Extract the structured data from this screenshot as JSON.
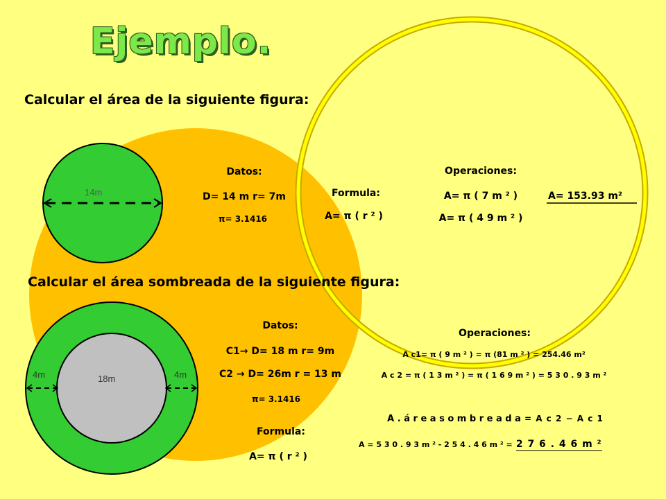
{
  "title": "Ejemplo.",
  "part1": {
    "heading": "Calcular el área de la siguiente figura:",
    "diameter_label": "14m",
    "datos_title": "Datos:",
    "datos_line1": "D= 14 m   r= 7m",
    "datos_line2": "π= 3.1416",
    "formula_title": "Formula:",
    "formula": "A= π ( r ² )",
    "operaciones_title": "Operaciones:",
    "op_line1": "A= π ( 7 m ² )",
    "op_line2": "A= π ( 4 9 m ² )",
    "result": "A= 153.93 m²"
  },
  "part2": {
    "heading": "Calcular el área sombreada de la siguiente figura:",
    "left_label": "4m",
    "inner_label": "18m",
    "right_label": "4m",
    "datos_title": "Datos:",
    "datos_line1": "C1→ D= 18 m   r= 9m",
    "datos_line2": "C2 → D= 26m   r = 13 m",
    "datos_line3": "π= 3.1416",
    "formula_title": "Formula:",
    "formula": "A= π ( r ² )",
    "operaciones_title": "Operaciones:",
    "op_line1": "A c1= π ( 9 m ² )  =  π   (81 m ² ) = 254.46 m²",
    "op_line2": "A c 2 =  π ( 1 3 m ² ) = π   ( 1 6 9 m ² ) = 5 3 0 . 9 3 m ²",
    "area_label": "A . á r e a   s o m b r e a d a",
    "area_formula": "=  A c 2  −  A c 1",
    "final_prefix": "A   = 5 3 0 . 9 3 m ² - 2 5 4 . 4 6 m ²  =",
    "final_result": "2 7 6 . 4 6 m ²"
  },
  "colors": {
    "background": "#FFFF80",
    "big_circle": "#FFC000",
    "green": "#33CC33",
    "gray": "#C0C0C0",
    "title_green": "#7CE84A"
  }
}
